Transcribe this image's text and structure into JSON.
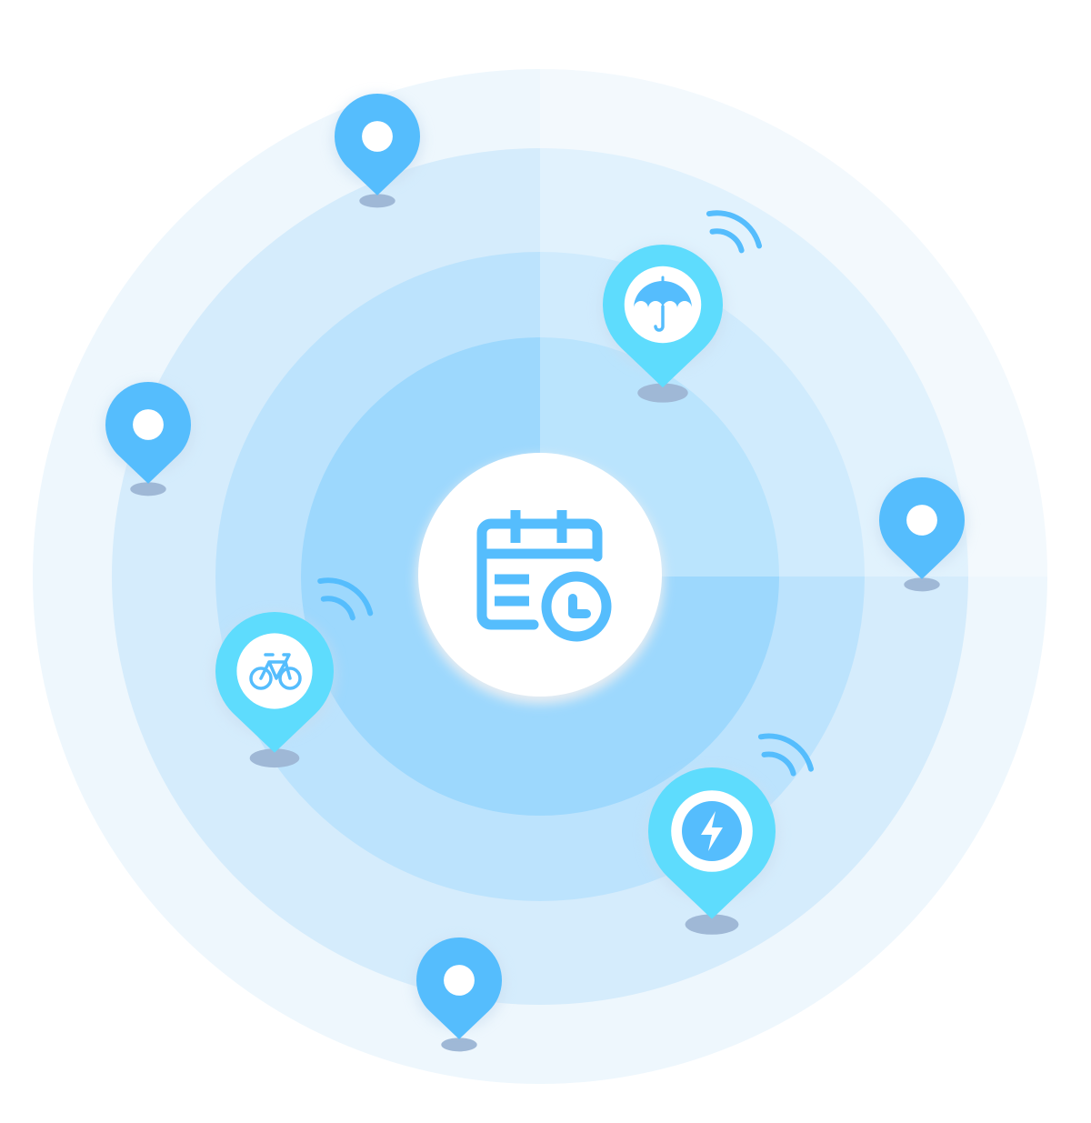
{
  "colors": {
    "ring_1": "#eef7fd",
    "ring_2": "#d5ecfc",
    "ring_3": "#bce3fd",
    "ring_4": "#9dd8fd",
    "pin_blue": "#55bdfd",
    "pin_cyan": "#5edcfd",
    "icon": "#55bdfd",
    "shadow": "#9fb8d6"
  },
  "center_icon": "calendar-clock-icon",
  "pins": [
    {
      "icon": "dot-icon",
      "style": "small"
    },
    {
      "icon": "dot-icon",
      "style": "small"
    },
    {
      "icon": "dot-icon",
      "style": "small"
    },
    {
      "icon": "dot-icon",
      "style": "small"
    },
    {
      "icon": "umbrella-icon",
      "style": "large"
    },
    {
      "icon": "bicycle-icon",
      "style": "large"
    },
    {
      "icon": "lightning-icon",
      "style": "large"
    }
  ]
}
